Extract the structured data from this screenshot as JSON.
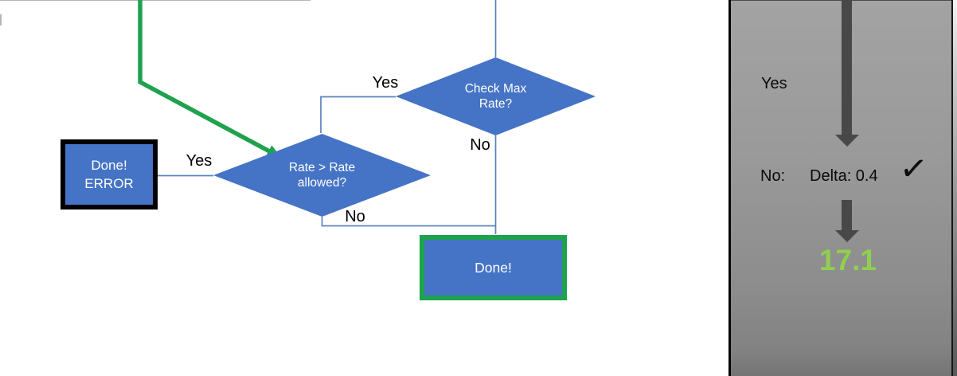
{
  "flowchart": {
    "decision_check_max": {
      "line1": "Check Max",
      "line2": "Rate?"
    },
    "decision_rate": {
      "line1": "Rate > Rate",
      "line2": "allowed?"
    },
    "box_error": {
      "line1": "Done!",
      "line2": "ERROR"
    },
    "box_done": {
      "label": "Done!"
    },
    "label_yes_check": "Yes",
    "label_no_check": "No",
    "label_yes_rate": "Yes",
    "label_no_rate": "No"
  },
  "panel": {
    "label_yes": "Yes",
    "label_no": "No:",
    "delta": "Delta: 0.4",
    "check_icon": "✓",
    "result": "17.1"
  },
  "colors": {
    "shape_blue": "#4573C5",
    "connector_blue": "#5b82c0",
    "accent_green": "#1FA24E",
    "result_green": "#8FD04F",
    "arrow_gray": "#484848",
    "panel_gray_top": "#a3a3a3",
    "panel_gray_bottom": "#747474"
  }
}
